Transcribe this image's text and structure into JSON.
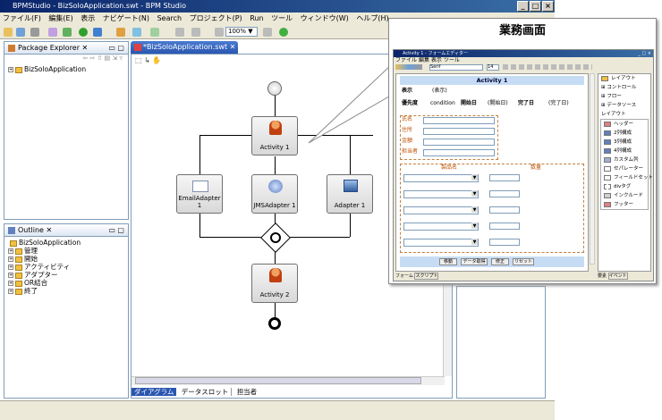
{
  "window": {
    "title": "BPMStudio - BizSoloApplication.swt - BPM Studio"
  },
  "menu": [
    "ファイル(F)",
    "編集(E)",
    "表示",
    "ナビゲート(N)",
    "Search",
    "プロジェクト(P)",
    "Run",
    "ツール",
    "ウィンドウ(W)",
    "ヘルプ(H)"
  ],
  "toolbar": {
    "zoom": "100%"
  },
  "package_explorer": {
    "tab": "Package Explorer",
    "items": [
      "BizSoloApplication"
    ]
  },
  "outline": {
    "tab": "Outline",
    "root": "BizSoloApplication",
    "items": [
      "管理",
      "開始",
      "アクティビティ",
      "アダプター",
      "OR結合",
      "終了"
    ]
  },
  "editor": {
    "tab": "*BizSoloApplication.swt",
    "nodes": {
      "activity1": "Activity 1",
      "email": "EmailAdapter 1",
      "jms": "JMSAdapter 1",
      "adapter": "Adapter 1",
      "activity2": "Activity 2"
    },
    "bottom_tabs": [
      "ダイアグラム",
      "データスロット",
      "担当者"
    ]
  },
  "callout": {
    "title": "業務画面",
    "form_window_title": "Activity 1 - フォームエディター",
    "form_menu": [
      "ファイル",
      "編集",
      "表示",
      "ツール"
    ],
    "font": "Serif",
    "font_size": "14",
    "header": "Activity 1",
    "row1": [
      "表示",
      "(表示)"
    ],
    "row2": [
      "優先度",
      "condition",
      "開始日",
      "(開始日)",
      "完了日",
      "(完了日)"
    ],
    "side_labels": [
      "氏名",
      "住所",
      "金額",
      "担当者"
    ],
    "table_headers": [
      "製品名",
      "数量"
    ],
    "buttons": [
      "移動",
      "データ取得",
      "修正",
      "リセット"
    ],
    "bottom_tabs": [
      "フォーム",
      "スクリプト"
    ],
    "palette_header1": "レイアウト",
    "palette_groups": [
      "コントロール",
      "フロー",
      "データソース"
    ],
    "palette_header2": "レイアウト",
    "palette_items": [
      "ヘッダー",
      "2列構成",
      "3列構成",
      "4列構成",
      "カスタム列",
      "セパレーター",
      "フィールドセット",
      "divタグ",
      "インクルード",
      "フッター"
    ],
    "palette_tabs": [
      "要素",
      "イベント"
    ]
  },
  "colors": {
    "accent": "#0a246a",
    "callout_header_bg": "#c6dcf5"
  }
}
